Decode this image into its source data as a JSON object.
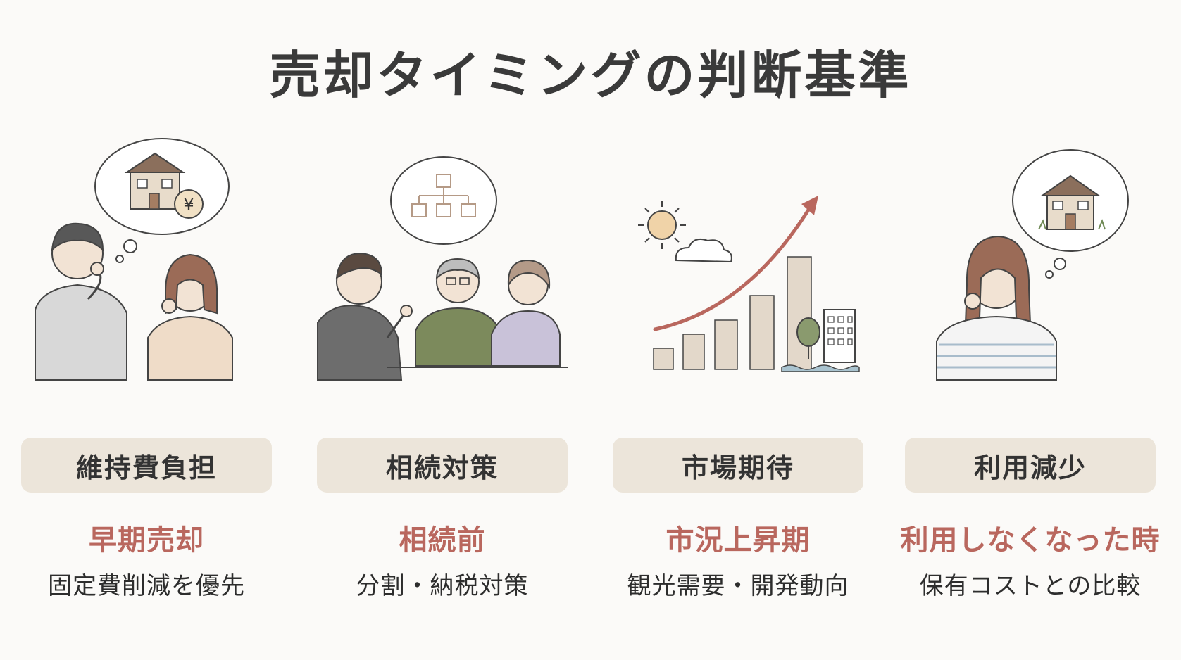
{
  "title": "売却タイミングの判断基準",
  "colors": {
    "accent": "#b9675e",
    "label_bg": "#ece5da",
    "text": "#2f2f2f"
  },
  "cards": [
    {
      "label": "維持費負担",
      "timing": "早期売却",
      "desc": "固定費削減を優先",
      "icon": "couple-thinking-house-yen-icon",
      "bubble_text": "¥"
    },
    {
      "label": "相続対策",
      "timing": "相続前",
      "desc": "分割・納税対策",
      "icon": "family-consultation-icon"
    },
    {
      "label": "市場期待",
      "timing": "市況上昇期",
      "desc": "観光需要・開発動向",
      "icon": "rising-market-chart-icon"
    },
    {
      "label": "利用減少",
      "timing": "利用しなくなった時",
      "desc": "保有コストとの比較",
      "icon": "woman-thinking-house-icon"
    }
  ]
}
